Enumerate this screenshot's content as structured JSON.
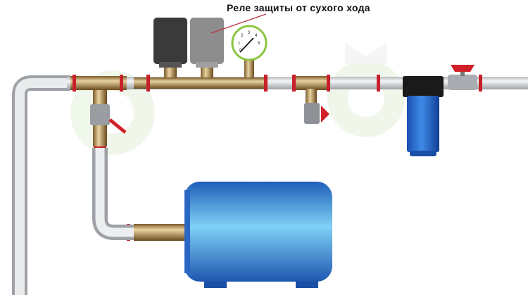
{
  "diagram": {
    "callout_label": "Реле защиты от сухого хода",
    "gauge_scale": [
      "0",
      "1",
      "2",
      "3",
      "4",
      "5"
    ],
    "components": [
      "pipe-line",
      "pressure-switch",
      "dry-run-protection-relay",
      "pressure-gauge",
      "ball-valve",
      "drain-valve",
      "water-filter",
      "hydraulic-accumulator-tank"
    ],
    "colors": {
      "tank": "#2f7fd8",
      "filter": "#1e5fc8",
      "brass": "#b08a4a",
      "valve_handle": "#d0202a",
      "fitting_red": "#c8202a",
      "pipe": "#d8dadc",
      "watermark": "#e6f2dc"
    }
  }
}
